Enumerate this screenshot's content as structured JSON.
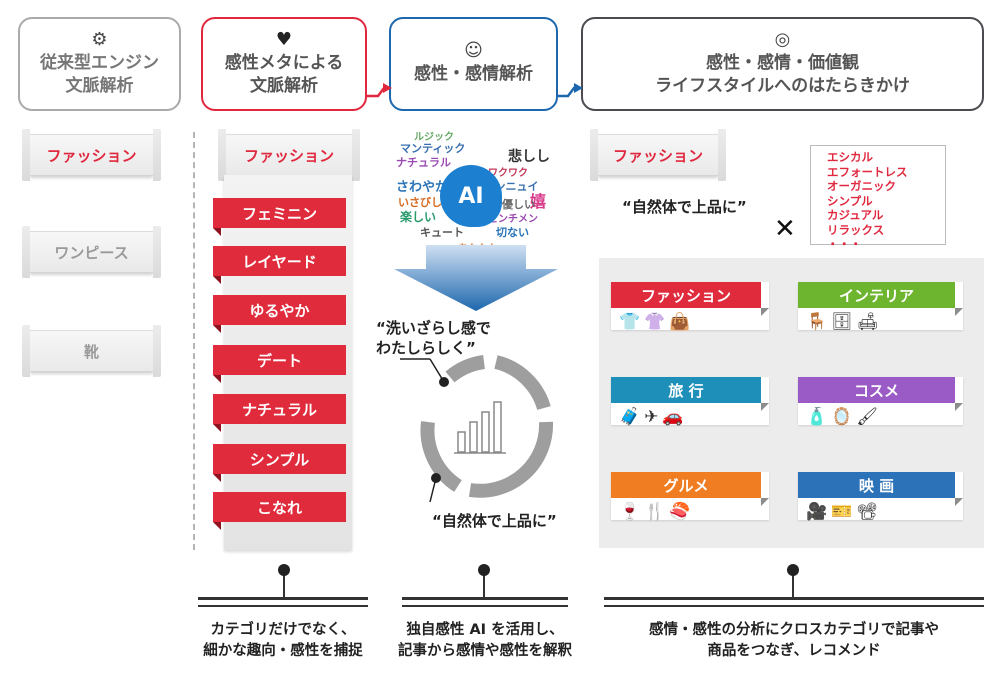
{
  "headers": {
    "traditional": "従来型エンジン\n文脈解析",
    "meta": "感性メタによる\n文脈解析",
    "emotion": "感性・感情解析",
    "lifestyle": "感性・感情・価値観\nライフスタイルへのはたらきかけ"
  },
  "traditional_tags": [
    "ファッション",
    "ワンピース",
    "靴"
  ],
  "meta_tag": "ファッション",
  "meta_keywords": [
    "フェミニン",
    "レイヤード",
    "ゆるやか",
    "デート",
    "ナチュラル",
    "シンプル",
    "こなれ"
  ],
  "ai": {
    "badge": "AI",
    "cloud_words": [
      "ルジック",
      "マンティック",
      "ナチュラル",
      "さわやか",
      "いさびしい",
      "楽しい",
      "キュート",
      "悲しし",
      "ワクワク",
      "アンニュイ",
      "嬉",
      "優しい",
      "センチメン",
      "切ない",
      "あたたか"
    ],
    "quote_top": "“洗いざらし感で\nわたしらしく”",
    "quote_bottom": "“自然体で上品に”"
  },
  "lifestyle": {
    "tag": "ファッション",
    "quote": "“自然体で上品に”",
    "cross": "✕",
    "styles": [
      "エシカル",
      "エフォートレス",
      "オーガニック",
      "シンプル",
      "カジュアル",
      "リラックス",
      "・・・"
    ],
    "categories": [
      {
        "label": "ファッション",
        "color": "#df2b3c",
        "icons": "👕👚👜"
      },
      {
        "label": "インテリア",
        "color": "#6db52e",
        "icons": "🪑🗄🛋"
      },
      {
        "label": "旅 行",
        "color": "#1e8fb8",
        "icons": "🧳✈🚗"
      },
      {
        "label": "コスメ",
        "color": "#9b5bc6",
        "icons": "🧴🪞🖌"
      },
      {
        "label": "グルメ",
        "color": "#f07d21",
        "icons": "🍷🍴🍣"
      },
      {
        "label": "映 画",
        "color": "#2b72b8",
        "icons": "🎥🎫📽"
      }
    ]
  },
  "captions": {
    "left": "カテゴリだけでなく、\n細かな趣向・感性を捕捉",
    "middle": "独自感性 AI を活用し、\n記事から感情や感性を解釈",
    "right": "感情・感性の分析にクロスカテゴリで記事や\n商品をつなぎ、レコメンド"
  },
  "icons": {
    "traditional": "gears-icon",
    "meta": "heart-icon",
    "emotion": "brain-head-icon",
    "lifestyle": "target-icon"
  }
}
